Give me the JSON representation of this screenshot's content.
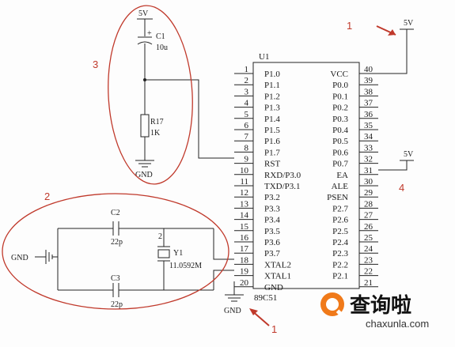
{
  "chip": {
    "name": "U1",
    "part": "89C51",
    "left_pins": [
      {
        "num": "1",
        "label": "P1.0"
      },
      {
        "num": "2",
        "label": "P1.1"
      },
      {
        "num": "3",
        "label": "P1.2"
      },
      {
        "num": "4",
        "label": "P1.3"
      },
      {
        "num": "5",
        "label": "P1.4"
      },
      {
        "num": "6",
        "label": "P1.5"
      },
      {
        "num": "7",
        "label": "P1.6"
      },
      {
        "num": "8",
        "label": "P1.7"
      },
      {
        "num": "9",
        "label": "RST"
      },
      {
        "num": "10",
        "label": "RXD/P3.0"
      },
      {
        "num": "11",
        "label": "TXD/P3.1"
      },
      {
        "num": "12",
        "label": "P3.2"
      },
      {
        "num": "13",
        "label": "P3.3"
      },
      {
        "num": "14",
        "label": "P3.4"
      },
      {
        "num": "15",
        "label": "P3.5"
      },
      {
        "num": "16",
        "label": "P3.6"
      },
      {
        "num": "17",
        "label": "P3.7"
      },
      {
        "num": "18",
        "label": "XTAL2"
      },
      {
        "num": "19",
        "label": "XTAL1"
      },
      {
        "num": "20",
        "label": "GND"
      }
    ],
    "right_pins": [
      {
        "num": "40",
        "label": "VCC"
      },
      {
        "num": "39",
        "label": "P0.0"
      },
      {
        "num": "38",
        "label": "P0.1"
      },
      {
        "num": "37",
        "label": "P0.2"
      },
      {
        "num": "36",
        "label": "P0.3"
      },
      {
        "num": "35",
        "label": "P0.4"
      },
      {
        "num": "34",
        "label": "P0.5"
      },
      {
        "num": "33",
        "label": "P0.6"
      },
      {
        "num": "32",
        "label": "P0.7"
      },
      {
        "num": "31",
        "label": "EA"
      },
      {
        "num": "30",
        "label": "ALE"
      },
      {
        "num": "29",
        "label": "PSEN"
      },
      {
        "num": "28",
        "label": "P2.7"
      },
      {
        "num": "27",
        "label": "P2.6"
      },
      {
        "num": "26",
        "label": "P2.5"
      },
      {
        "num": "25",
        "label": "P2.4"
      },
      {
        "num": "24",
        "label": "P2.3"
      },
      {
        "num": "23",
        "label": "P2.2"
      },
      {
        "num": "22",
        "label": "P2.1"
      },
      {
        "num": "21",
        "label": ""
      }
    ]
  },
  "components": {
    "c1": {
      "ref": "C1",
      "value": "10u",
      "plus": "+"
    },
    "r17": {
      "ref": "R17",
      "value": "1K"
    },
    "c2": {
      "ref": "C2",
      "value": "22p"
    },
    "c3": {
      "ref": "C3",
      "value": "22p"
    },
    "y1": {
      "ref": "Y1",
      "value": "11.0592M",
      "pin": "2"
    }
  },
  "nets": {
    "vcc_top_reset": "5V",
    "vcc_pin40": "5V",
    "vcc_pin31": "5V",
    "gnd_reset": "GND",
    "gnd_osc": "GND",
    "gnd_chip": "GND"
  },
  "callouts": [
    "1",
    "2",
    "3",
    "4",
    "1"
  ],
  "watermark": {
    "name": "查询啦",
    "url": "chaxunla.com"
  },
  "colors": {
    "annotation": "#c0392b",
    "wire": "#222222"
  }
}
